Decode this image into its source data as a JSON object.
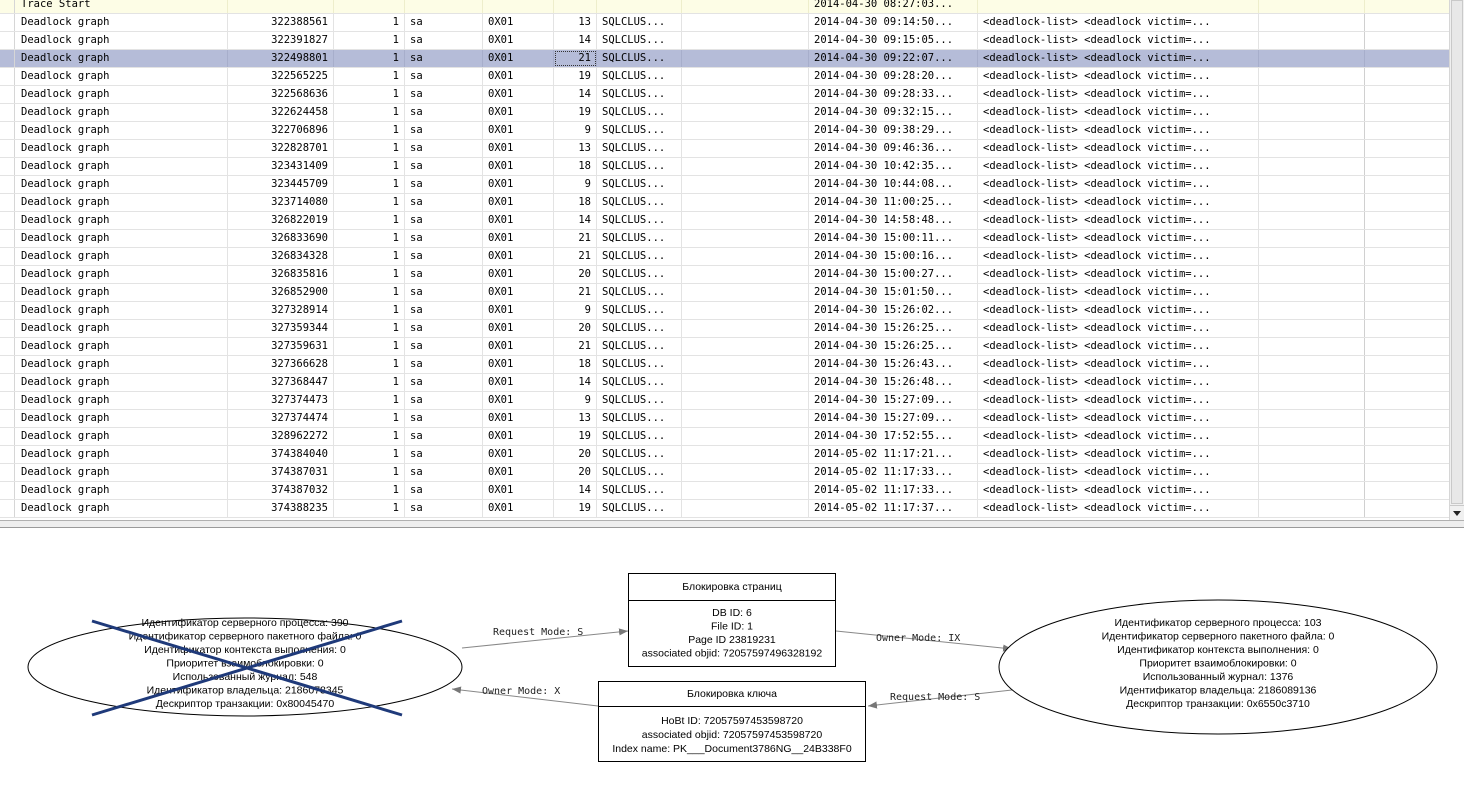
{
  "grid": {
    "trace_row": {
      "event": "Trace Start",
      "time": "2014-04-30 08:27:03..."
    },
    "selected_index": 2,
    "rows": [
      {
        "event": "Deadlock graph",
        "txd": "322388561",
        "one": "1",
        "login": "sa",
        "hex": "0X01",
        "spid": "13",
        "app": "SQLCLUS...",
        "time": "2014-04-30 09:14:50...",
        "xml": "<deadlock-list>   <deadlock victim=..."
      },
      {
        "event": "Deadlock graph",
        "txd": "322391827",
        "one": "1",
        "login": "sa",
        "hex": "0X01",
        "spid": "14",
        "app": "SQLCLUS...",
        "time": "2014-04-30 09:15:05...",
        "xml": "<deadlock-list>   <deadlock victim=..."
      },
      {
        "event": "Deadlock graph",
        "txd": "322498801",
        "one": "1",
        "login": "sa",
        "hex": "0X01",
        "spid": "21",
        "app": "SQLCLUS...",
        "time": "2014-04-30 09:22:07...",
        "xml": "<deadlock-list>   <deadlock victim=..."
      },
      {
        "event": "Deadlock graph",
        "txd": "322565225",
        "one": "1",
        "login": "sa",
        "hex": "0X01",
        "spid": "19",
        "app": "SQLCLUS...",
        "time": "2014-04-30 09:28:20...",
        "xml": "<deadlock-list>   <deadlock victim=..."
      },
      {
        "event": "Deadlock graph",
        "txd": "322568636",
        "one": "1",
        "login": "sa",
        "hex": "0X01",
        "spid": "14",
        "app": "SQLCLUS...",
        "time": "2014-04-30 09:28:33...",
        "xml": "<deadlock-list>   <deadlock victim=..."
      },
      {
        "event": "Deadlock graph",
        "txd": "322624458",
        "one": "1",
        "login": "sa",
        "hex": "0X01",
        "spid": "19",
        "app": "SQLCLUS...",
        "time": "2014-04-30 09:32:15...",
        "xml": "<deadlock-list>   <deadlock victim=..."
      },
      {
        "event": "Deadlock graph",
        "txd": "322706896",
        "one": "1",
        "login": "sa",
        "hex": "0X01",
        "spid": "9",
        "app": "SQLCLUS...",
        "time": "2014-04-30 09:38:29...",
        "xml": "<deadlock-list>   <deadlock victim=..."
      },
      {
        "event": "Deadlock graph",
        "txd": "322828701",
        "one": "1",
        "login": "sa",
        "hex": "0X01",
        "spid": "13",
        "app": "SQLCLUS...",
        "time": "2014-04-30 09:46:36...",
        "xml": "<deadlock-list>   <deadlock victim=..."
      },
      {
        "event": "Deadlock graph",
        "txd": "323431409",
        "one": "1",
        "login": "sa",
        "hex": "0X01",
        "spid": "18",
        "app": "SQLCLUS...",
        "time": "2014-04-30 10:42:35...",
        "xml": "<deadlock-list>   <deadlock victim=..."
      },
      {
        "event": "Deadlock graph",
        "txd": "323445709",
        "one": "1",
        "login": "sa",
        "hex": "0X01",
        "spid": "9",
        "app": "SQLCLUS...",
        "time": "2014-04-30 10:44:08...",
        "xml": "<deadlock-list>   <deadlock victim=..."
      },
      {
        "event": "Deadlock graph",
        "txd": "323714080",
        "one": "1",
        "login": "sa",
        "hex": "0X01",
        "spid": "18",
        "app": "SQLCLUS...",
        "time": "2014-04-30 11:00:25...",
        "xml": "<deadlock-list>   <deadlock victim=..."
      },
      {
        "event": "Deadlock graph",
        "txd": "326822019",
        "one": "1",
        "login": "sa",
        "hex": "0X01",
        "spid": "14",
        "app": "SQLCLUS...",
        "time": "2014-04-30 14:58:48...",
        "xml": "<deadlock-list>   <deadlock victim=..."
      },
      {
        "event": "Deadlock graph",
        "txd": "326833690",
        "one": "1",
        "login": "sa",
        "hex": "0X01",
        "spid": "21",
        "app": "SQLCLUS...",
        "time": "2014-04-30 15:00:11...",
        "xml": "<deadlock-list>   <deadlock victim=..."
      },
      {
        "event": "Deadlock graph",
        "txd": "326834328",
        "one": "1",
        "login": "sa",
        "hex": "0X01",
        "spid": "21",
        "app": "SQLCLUS...",
        "time": "2014-04-30 15:00:16...",
        "xml": "<deadlock-list>   <deadlock victim=..."
      },
      {
        "event": "Deadlock graph",
        "txd": "326835816",
        "one": "1",
        "login": "sa",
        "hex": "0X01",
        "spid": "20",
        "app": "SQLCLUS...",
        "time": "2014-04-30 15:00:27...",
        "xml": "<deadlock-list>   <deadlock victim=..."
      },
      {
        "event": "Deadlock graph",
        "txd": "326852900",
        "one": "1",
        "login": "sa",
        "hex": "0X01",
        "spid": "21",
        "app": "SQLCLUS...",
        "time": "2014-04-30 15:01:50...",
        "xml": "<deadlock-list>   <deadlock victim=..."
      },
      {
        "event": "Deadlock graph",
        "txd": "327328914",
        "one": "1",
        "login": "sa",
        "hex": "0X01",
        "spid": "9",
        "app": "SQLCLUS...",
        "time": "2014-04-30 15:26:02...",
        "xml": "<deadlock-list>   <deadlock victim=..."
      },
      {
        "event": "Deadlock graph",
        "txd": "327359344",
        "one": "1",
        "login": "sa",
        "hex": "0X01",
        "spid": "20",
        "app": "SQLCLUS...",
        "time": "2014-04-30 15:26:25...",
        "xml": "<deadlock-list>   <deadlock victim=..."
      },
      {
        "event": "Deadlock graph",
        "txd": "327359631",
        "one": "1",
        "login": "sa",
        "hex": "0X01",
        "spid": "21",
        "app": "SQLCLUS...",
        "time": "2014-04-30 15:26:25...",
        "xml": "<deadlock-list>   <deadlock victim=..."
      },
      {
        "event": "Deadlock graph",
        "txd": "327366628",
        "one": "1",
        "login": "sa",
        "hex": "0X01",
        "spid": "18",
        "app": "SQLCLUS...",
        "time": "2014-04-30 15:26:43...",
        "xml": "<deadlock-list>   <deadlock victim=..."
      },
      {
        "event": "Deadlock graph",
        "txd": "327368447",
        "one": "1",
        "login": "sa",
        "hex": "0X01",
        "spid": "14",
        "app": "SQLCLUS...",
        "time": "2014-04-30 15:26:48...",
        "xml": "<deadlock-list>   <deadlock victim=..."
      },
      {
        "event": "Deadlock graph",
        "txd": "327374473",
        "one": "1",
        "login": "sa",
        "hex": "0X01",
        "spid": "9",
        "app": "SQLCLUS...",
        "time": "2014-04-30 15:27:09...",
        "xml": "<deadlock-list>   <deadlock victim=..."
      },
      {
        "event": "Deadlock graph",
        "txd": "327374474",
        "one": "1",
        "login": "sa",
        "hex": "0X01",
        "spid": "13",
        "app": "SQLCLUS...",
        "time": "2014-04-30 15:27:09...",
        "xml": "<deadlock-list>   <deadlock victim=..."
      },
      {
        "event": "Deadlock graph",
        "txd": "328962272",
        "one": "1",
        "login": "sa",
        "hex": "0X01",
        "spid": "19",
        "app": "SQLCLUS...",
        "time": "2014-04-30 17:52:55...",
        "xml": "<deadlock-list>   <deadlock victim=..."
      },
      {
        "event": "Deadlock graph",
        "txd": "374384040",
        "one": "1",
        "login": "sa",
        "hex": "0X01",
        "spid": "20",
        "app": "SQLCLUS...",
        "time": "2014-05-02 11:17:21...",
        "xml": "<deadlock-list>   <deadlock victim=..."
      },
      {
        "event": "Deadlock graph",
        "txd": "374387031",
        "one": "1",
        "login": "sa",
        "hex": "0X01",
        "spid": "20",
        "app": "SQLCLUS...",
        "time": "2014-05-02 11:17:33...",
        "xml": "<deadlock-list>   <deadlock victim=..."
      },
      {
        "event": "Deadlock graph",
        "txd": "374387032",
        "one": "1",
        "login": "sa",
        "hex": "0X01",
        "spid": "14",
        "app": "SQLCLUS...",
        "time": "2014-05-02 11:17:33...",
        "xml": "<deadlock-list>   <deadlock victim=..."
      },
      {
        "event": "Deadlock graph",
        "txd": "374388235",
        "one": "1",
        "login": "sa",
        "hex": "0X01",
        "spid": "19",
        "app": "SQLCLUS...",
        "time": "2014-05-02 11:17:37...",
        "xml": "<deadlock-list>   <deadlock victim=..."
      }
    ]
  },
  "graph": {
    "victim_process": {
      "lines": [
        "Идентификатор серверного процесса: 390",
        "Идентификатор серверного пакетного файла: 0",
        "Идентификатор контекста выполнения: 0",
        "Приоритет взаимоблокировки: 0",
        "Использованный журнал: 548",
        "Идентификатор владельца: 2186078345",
        "Дескриптор транзакции: 0x80045470"
      ]
    },
    "survivor_process": {
      "lines": [
        "Идентификатор серверного процесса: 103",
        "Идентификатор серверного пакетного файла: 0",
        "Идентификатор контекста выполнения: 0",
        "Приоритет взаимоблокировки: 0",
        "Использованный журнал: 1376",
        "Идентификатор владельца: 2186089136",
        "Дескриптор транзакции: 0x6550c3710"
      ]
    },
    "page_lock": {
      "title": "Блокировка страниц",
      "lines": [
        "DB ID: 6",
        "File ID: 1",
        "Page ID 23819231",
        "associated objid: 72057597496328192"
      ]
    },
    "key_lock": {
      "title": "Блокировка ключа",
      "lines": [
        "HoBt ID: 72057597453598720",
        "associated objid: 72057597453598720",
        "Index name: PK___Document3786NG__24B338F0"
      ]
    },
    "edges": {
      "victim_to_page": "Request Mode: S",
      "page_to_survivor": "Owner Mode: IX",
      "survivor_to_key": "Request Mode: S",
      "key_to_victim": "Owner Mode: X"
    },
    "victim_cross_color": "#1f3a7a"
  }
}
